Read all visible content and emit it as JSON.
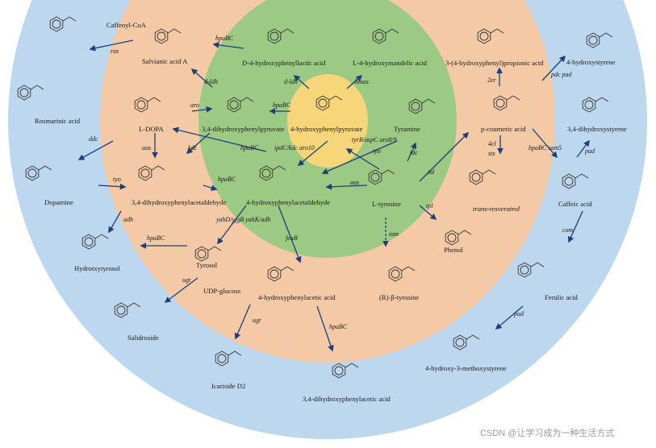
{
  "colors": {
    "outer_ring": "#bcd7ee",
    "middle_ring": "#f3c9a6",
    "inner_ring": "#9cc983",
    "core": "#f6d678",
    "arrow": "#1f3d78"
  },
  "compounds": [
    {
      "id": "caffeoyl_coa",
      "label": "Caffeoyl-CoA"
    },
    {
      "id": "salvianic",
      "label": "Salvianic acid A"
    },
    {
      "id": "d4hpla",
      "label": "D-4-hydroxyphenyllactic acid"
    },
    {
      "id": "l4hpma",
      "label": "L-4-hydroxymandelic acid"
    },
    {
      "id": "hppa",
      "label": "3-(4-hydroxyphenyl)propionic acid"
    },
    {
      "id": "hstyrene",
      "label": "4-hydroxystyrene"
    },
    {
      "id": "rosmarinic",
      "label": "Rosmarinic acid"
    },
    {
      "id": "ldopa",
      "label": "L-DOPA"
    },
    {
      "id": "dhpp",
      "label": "3,4-dihydroxyphenylpyruvate"
    },
    {
      "id": "hpp",
      "label": "4-hydroxyphenylpyruvate"
    },
    {
      "id": "tyramine",
      "label": "Tyramine"
    },
    {
      "id": "pcoumaric",
      "label": "p-coumeric acid"
    },
    {
      "id": "dhstyrene",
      "label": "3,4-dihydroxystyrene"
    },
    {
      "id": "dopamine",
      "label": "Dopamine"
    },
    {
      "id": "dhpaa",
      "label": "3,4-dihydroxyphenylacetaldehyde"
    },
    {
      "id": "hpaa",
      "label": "4-hydroxyphenylacetaldehyde"
    },
    {
      "id": "ltyrosine",
      "label": "L-tyrosine"
    },
    {
      "id": "resveratrol",
      "label": "trans-resveratrol"
    },
    {
      "id": "caffeic",
      "label": "Caffeic acid"
    },
    {
      "id": "hydroxytyrosol",
      "label": "Hydrotxytyrosol"
    },
    {
      "id": "tyrosol",
      "label": "Tyrosol"
    },
    {
      "id": "phenol",
      "label": "Phenol"
    },
    {
      "id": "udpglc",
      "label": "UDP-glucose"
    },
    {
      "id": "hpac",
      "label": "4-hydroxyphenylacetic acid"
    },
    {
      "id": "rbtyr",
      "label": "(R)-β-tyrosine"
    },
    {
      "id": "ferulic",
      "label": "Ferulic acid"
    },
    {
      "id": "salidroside",
      "label": "Salidroside"
    },
    {
      "id": "icariside",
      "label": "Icariside D2"
    },
    {
      "id": "hmstyrene",
      "label": "4-hydroxy-3-methoxystyrene"
    },
    {
      "id": "dhpac",
      "label": "3,4-dihydroxyphenylacetic acid"
    }
  ],
  "enzymes": [
    {
      "id": "ras",
      "label": "ras"
    },
    {
      "id": "hpabc1",
      "label": "hpaBC"
    },
    {
      "id": "dldh1",
      "label": "d-ldh"
    },
    {
      "id": "dldh2",
      "label": "d-ldh"
    },
    {
      "id": "hmas",
      "label": "hmas"
    },
    {
      "id": "aro1",
      "label": "aro"
    },
    {
      "id": "hpabc2",
      "label": "hpaBC"
    },
    {
      "id": "er2",
      "label": "2er"
    },
    {
      "id": "pdcpad",
      "label": "pdc pad"
    },
    {
      "id": "ddc",
      "label": "ddc"
    },
    {
      "id": "aas1",
      "label": "aas"
    },
    {
      "id": "kdc",
      "label": "kdc"
    },
    {
      "id": "hpabc3",
      "label": "hpaBC"
    },
    {
      "id": "ipdc",
      "label": "ipdC/kdc aro10"
    },
    {
      "id": "tyrb",
      "label": "tyrB/aspC aro8/9"
    },
    {
      "id": "tyo1",
      "label": "tyo"
    },
    {
      "id": "tdc",
      "label": "tdc"
    },
    {
      "id": "cl4",
      "label": "4cl"
    },
    {
      "id": "sts",
      "label": "sts"
    },
    {
      "id": "hpabcsam5",
      "label": "hpaBC sam5"
    },
    {
      "id": "pad1",
      "label": "pad"
    },
    {
      "id": "tyo2",
      "label": "tyo"
    },
    {
      "id": "hpabc4",
      "label": "hpaBC"
    },
    {
      "id": "aas2",
      "label": "aas"
    },
    {
      "id": "tal",
      "label": "tal"
    },
    {
      "id": "adh",
      "label": "adh"
    },
    {
      "id": "yahd",
      "label": "yahD/yjgB yahK/adh"
    },
    {
      "id": "hpabc5",
      "label": "hpaBC"
    },
    {
      "id": "tpl",
      "label": "tpl"
    },
    {
      "id": "feab",
      "label": "feaB"
    },
    {
      "id": "tam",
      "label": "tam"
    },
    {
      "id": "com",
      "label": "com"
    },
    {
      "id": "ugt1",
      "label": "ugt"
    },
    {
      "id": "ugt2",
      "label": "ugt"
    },
    {
      "id": "hpabc6",
      "label": "hpaBC"
    },
    {
      "id": "pad2",
      "label": "pad"
    }
  ],
  "watermark": "CSDN @让学习成为一种生活方式"
}
